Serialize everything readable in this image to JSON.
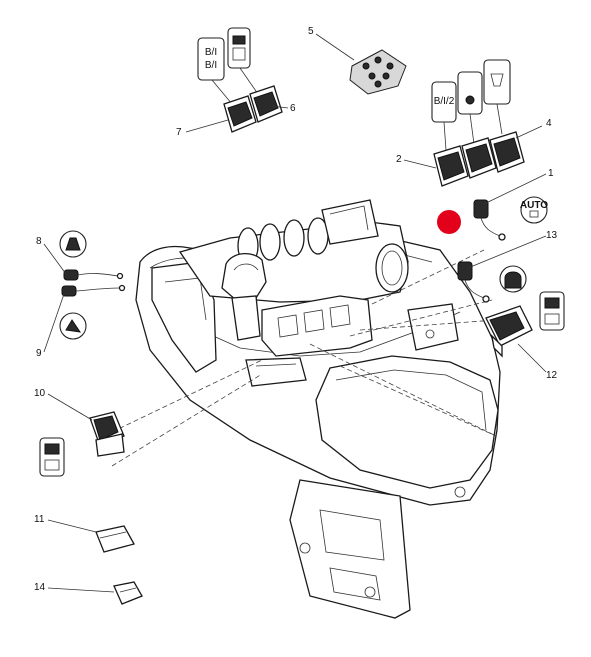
{
  "diagram": {
    "callouts": [
      {
        "id": "1",
        "text": "1"
      },
      {
        "id": "2",
        "text": "2"
      },
      {
        "id": "4",
        "text": "4"
      },
      {
        "id": "5",
        "text": "5"
      },
      {
        "id": "6",
        "text": "6"
      },
      {
        "id": "7",
        "text": "7"
      },
      {
        "id": "8",
        "text": "8"
      },
      {
        "id": "9",
        "text": "9"
      },
      {
        "id": "10",
        "text": "10"
      },
      {
        "id": "11",
        "text": "11"
      },
      {
        "id": "12",
        "text": "12"
      },
      {
        "id": "13",
        "text": "13"
      },
      {
        "id": "14",
        "text": "14"
      }
    ],
    "icon_texts": {
      "auto": "AUTO",
      "switch_a": "B/I",
      "switch_b": "B/I",
      "switch_c": "B/I/2"
    },
    "marker_color": "#e3001b"
  }
}
